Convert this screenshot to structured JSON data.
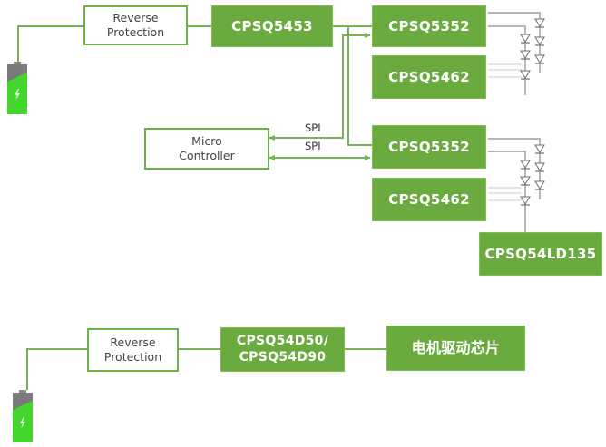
{
  "colors": {
    "accent": "#6aaa3f",
    "wire": "#77b255",
    "led_wire": "#8a8a8a",
    "battery_green": "#44d62c",
    "battery_gray": "#7a7a7a"
  },
  "top_diagram": {
    "battery": {
      "icon": "battery-charging-icon"
    },
    "reverse_protection": {
      "line1": "Reverse",
      "line2": "Protection"
    },
    "power_chip": "CPSQ5453",
    "micro_controller": {
      "line1": "Micro",
      "line2": "Controller"
    },
    "spi_labels": [
      "SPI",
      "SPI"
    ],
    "led_drivers": [
      {
        "driver": "CPSQ5352",
        "companion": "CPSQ5462"
      },
      {
        "driver": "CPSQ5352",
        "companion": "CPSQ5462"
      }
    ],
    "led_string_chip": "CPSQ54LD135",
    "led_icon": "led-diode-icon"
  },
  "bottom_diagram": {
    "battery": {
      "icon": "battery-charging-icon"
    },
    "reverse_protection": {
      "line1": "Reverse",
      "line2": "Protection"
    },
    "power_chip": {
      "line1": "CPSQ54D50/",
      "line2": "CPSQ54D90"
    },
    "motor_driver_chip": "电机驱动芯片"
  }
}
